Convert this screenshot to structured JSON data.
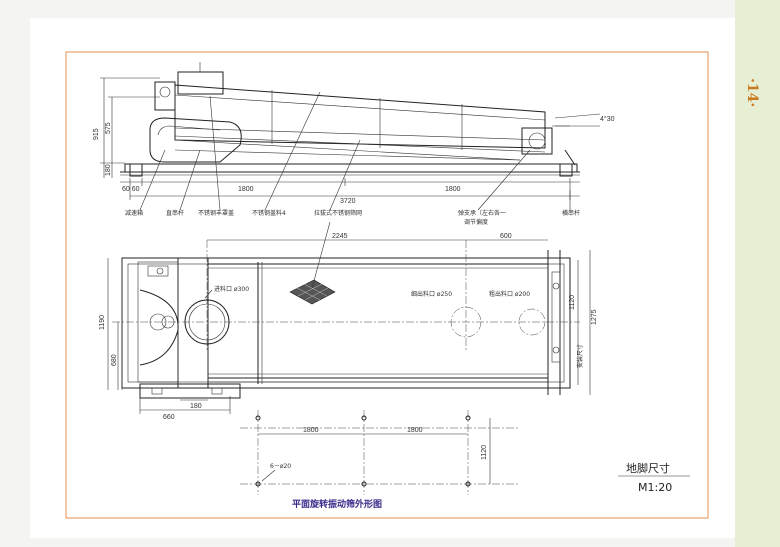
{
  "page": {
    "number": "·14·"
  },
  "side_view": {
    "dims": {
      "height_total": "915",
      "height_body": "575",
      "height_base": "180",
      "left_offsets": "60 60",
      "span_left": "1800",
      "span_total": "3720",
      "span_right": "1800",
      "angle": "4°30"
    },
    "labels": {
      "reducer": "减速箱",
      "straight_rod": "直串杆",
      "upper_frame": "不锈钢丰罩盖",
      "outlet_plate": "不锈钢盖料4",
      "screen": "拉拔式不锈钢筛网",
      "spring_seat": "弹支承（左右各一",
      "adjust": "调节偏度",
      "cross_rod": "横串杆"
    }
  },
  "plan_view": {
    "dims": {
      "length_2245": "2245",
      "len_600": "600",
      "width_1190": "1190",
      "width_680": "680",
      "width_1120": "1120",
      "width_1275": "1275",
      "off_660": "660",
      "off_180": "180"
    },
    "labels": {
      "inlet": "进料口 ø300",
      "outlet1": "细出料口 ø250",
      "outlet2": "粗出料口 ø200",
      "install": "安装尺寸"
    }
  },
  "foundation": {
    "dims": {
      "d1": "1800",
      "d2": "1800",
      "d3": "1120"
    },
    "holes": "6－ø20",
    "title": "地脚尺寸",
    "scale": "M1:20"
  },
  "caption": "平面旋转振动筛外形图",
  "colors": {
    "frame": "#e8a070",
    "side_strip": "#dfe8c8",
    "caption": "#3b2a8a",
    "page_num": "#c8781e"
  }
}
